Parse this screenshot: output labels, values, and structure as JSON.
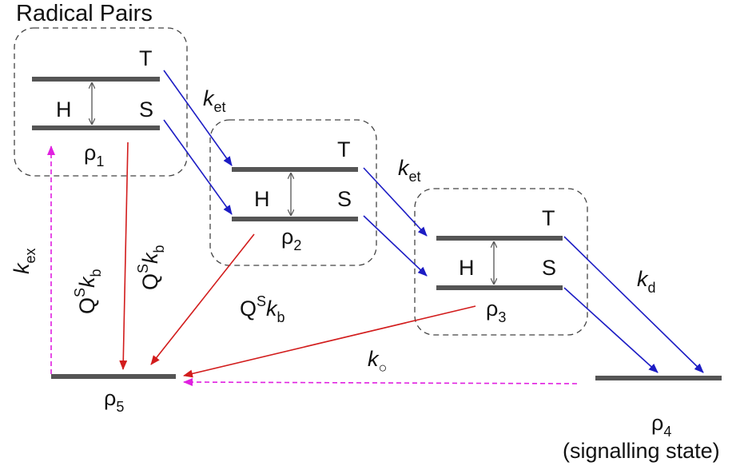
{
  "title": "Radical Pairs",
  "labels": {
    "triplet": "T",
    "singlet": "S",
    "hyperfine": "H",
    "rho": "ρ",
    "k": "k",
    "Q": "Q",
    "S_sup": "S",
    "sub_et": "et",
    "sub_ex": "ex",
    "sub_b": "b",
    "sub_d": "d",
    "sub_cycle": "○"
  },
  "pairs": [
    {
      "index": "1"
    },
    {
      "index": "2"
    },
    {
      "index": "3"
    }
  ],
  "states": {
    "rho5_index": "5",
    "rho4_index": "4",
    "rho4_note": "(signalling state)"
  },
  "colors": {
    "transfer": "#1c1cc4",
    "recombination": "#d21c1c",
    "recovery": "#e020e0",
    "level": "#555555"
  }
}
